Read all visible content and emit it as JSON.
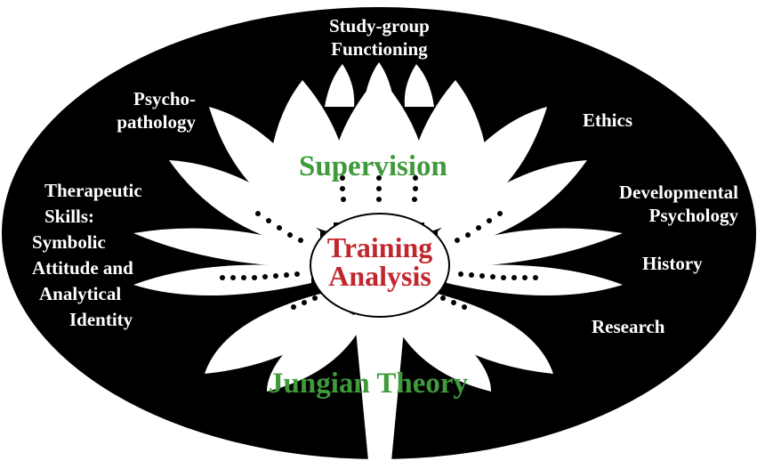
{
  "colors": {
    "background": "#000000",
    "petal": "#ffffff",
    "label": "#ffffff",
    "green_label": "#3f9a3c",
    "center_label": "#c1272d"
  },
  "labels": {
    "study_group": [
      "Study-group",
      "Functioning"
    ],
    "psychopathology": [
      "Psycho-",
      "pathology"
    ],
    "ethics": "Ethics",
    "therapeutic_skills": [
      "Therapeutic",
      "Skills:",
      "Symbolic",
      "Attitude and",
      "Analytical",
      "Identity"
    ],
    "developmental_psychology": [
      "Developmental",
      "Psychology"
    ],
    "history": "History",
    "research": "Research",
    "supervision": "Supervision",
    "jungian_theory": "Jungian Theory",
    "training_analysis": [
      "Training",
      "Analysis"
    ]
  }
}
